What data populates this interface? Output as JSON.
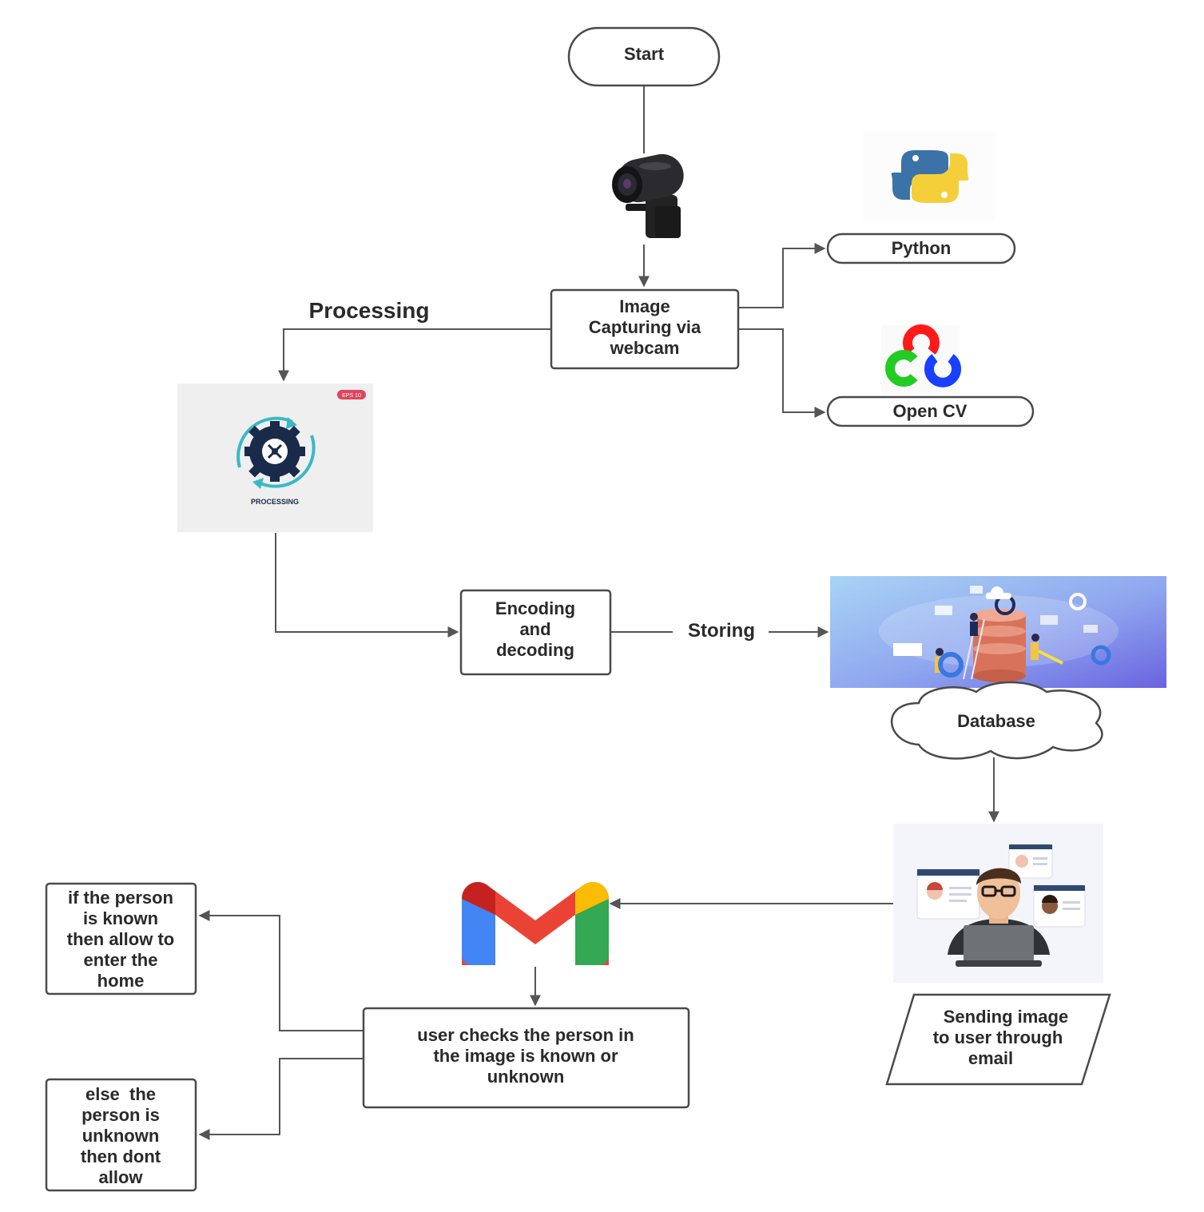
{
  "nodes": {
    "start": "Start",
    "image_capture": [
      "Image",
      "Capturing via",
      "webcam"
    ],
    "python": "Python",
    "opencv": "Open CV",
    "processing_card": {
      "badge": "EPS 10",
      "caption": "PROCESSING"
    },
    "encoding": [
      "Encoding",
      "and",
      "decoding"
    ],
    "database": "Database",
    "sending": [
      "Sending image",
      "to user through",
      "email"
    ],
    "user_checks": [
      "user checks the person in",
      "the image is known or",
      "unknown"
    ],
    "known": [
      "if the person",
      "is known",
      "then allow to",
      "enter the",
      "home"
    ],
    "unknown": [
      "else  the",
      "person is",
      "unknown",
      "then dont",
      "allow"
    ]
  },
  "edge_labels": {
    "processing": "Processing",
    "storing": "Storing"
  },
  "icons": {
    "webcam": "webcam-icon",
    "python": "python-logo-icon",
    "opencv": "opencv-logo-icon",
    "processing": "processing-gear-icon",
    "database": "database-illustration-icon",
    "user": "user-laptop-icon",
    "gmail": "gmail-logo-icon"
  },
  "colors": {
    "line": "#555555",
    "python_blue": "#3b73a8",
    "python_yellow": "#f5cf3a",
    "opencv_red": "#ff1a1a",
    "opencv_green": "#22cc22",
    "opencv_blue": "#1a3fff",
    "gmail_red": "#ea4335",
    "gmail_blue": "#4285f4",
    "gmail_green": "#34a853",
    "gmail_yellow": "#fbbc04",
    "processing_teal": "#3bb8c6",
    "processing_navy": "#1a2a4a"
  }
}
